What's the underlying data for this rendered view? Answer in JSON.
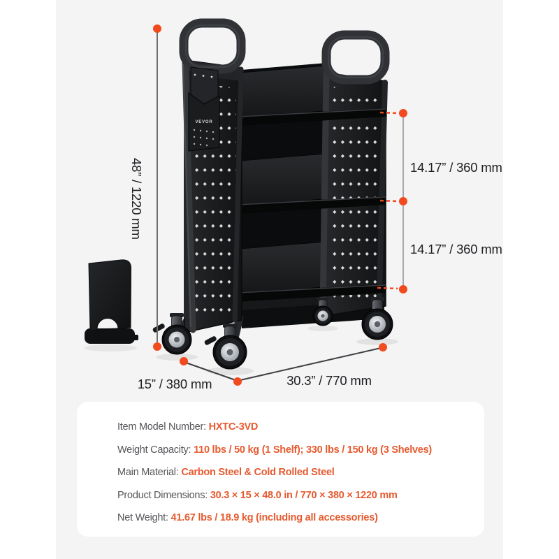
{
  "brand": {
    "logo_text": "VEVOR"
  },
  "dims": {
    "height": "48” / 1220 mm",
    "gap_upper": "14.17” / 360 mm",
    "gap_lower": "14.17” / 360 mm",
    "depth": "15” / 380 mm",
    "length": "30.3” / 770 mm"
  },
  "specs": {
    "rows": [
      {
        "label": "Item Model Number: ",
        "value": "HXTC-3VD"
      },
      {
        "label": "Weight Capacity: ",
        "value": "110 lbs / 50 kg (1 Shelf); 330 lbs / 150 kg (3 Shelves)"
      },
      {
        "label": "Main Material: ",
        "value": "Carbon Steel & Cold Rolled Steel"
      },
      {
        "label": "Product Dimensions: ",
        "value": "30.3 × 15 × 48.0 in / 770 × 380 × 1220 mm"
      },
      {
        "label": "Net Weight: ",
        "value": "41.67 lbs / 18.9 kg (including all accessories)"
      }
    ]
  },
  "colors": {
    "accent_orange": "#f24a1f",
    "value_orange": "#e65a2f",
    "backdrop_gray": "#f4f4f5",
    "cart_black": "#17181a"
  }
}
